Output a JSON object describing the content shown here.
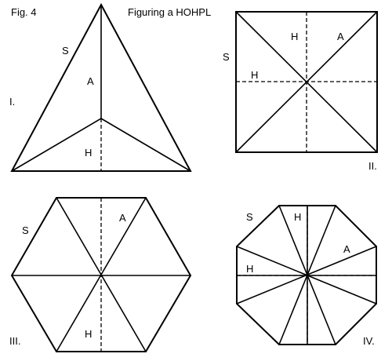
{
  "fig_label": "Fig. 4",
  "title": "Figuring a HOHPL",
  "panels": [
    {
      "roman": "I.",
      "labels": {
        "s": "S",
        "a": "A",
        "h": "H"
      }
    },
    {
      "roman": "II.",
      "labels": {
        "s": "S",
        "a": "A",
        "h_top": "H",
        "h_side": "H"
      }
    },
    {
      "roman": "III.",
      "labels": {
        "s": "S",
        "a": "A",
        "h": "H"
      }
    },
    {
      "roman": "IV.",
      "labels": {
        "s": "S",
        "a": "A",
        "h_top": "H",
        "h_side": "H"
      }
    }
  ],
  "colors": {
    "line": "#000000",
    "background": "#ffffff"
  }
}
